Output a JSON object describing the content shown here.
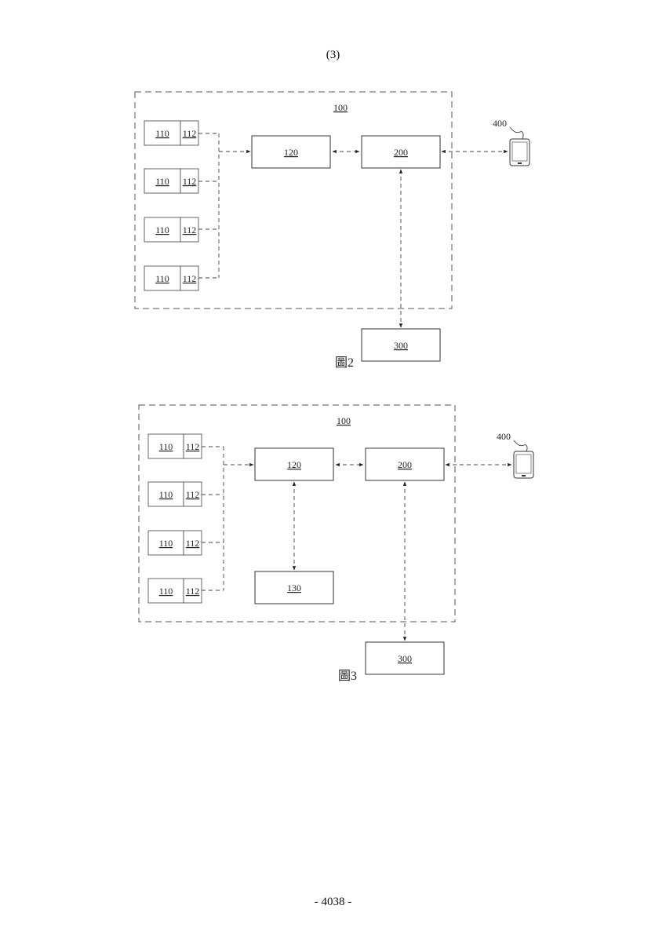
{
  "page": {
    "header": "(3)",
    "footer": "- 4038 -"
  },
  "figures": [
    {
      "caption": "圖2",
      "labels": {
        "system": "100",
        "sensor": "110",
        "sensor_module": "112",
        "controller": "120",
        "server": "200",
        "cloud": "300",
        "device": "400"
      }
    },
    {
      "caption": "圖3",
      "labels": {
        "system": "100",
        "sensor": "110",
        "sensor_module": "112",
        "controller": "120",
        "storage": "130",
        "server": "200",
        "cloud": "300",
        "device": "400"
      }
    }
  ]
}
